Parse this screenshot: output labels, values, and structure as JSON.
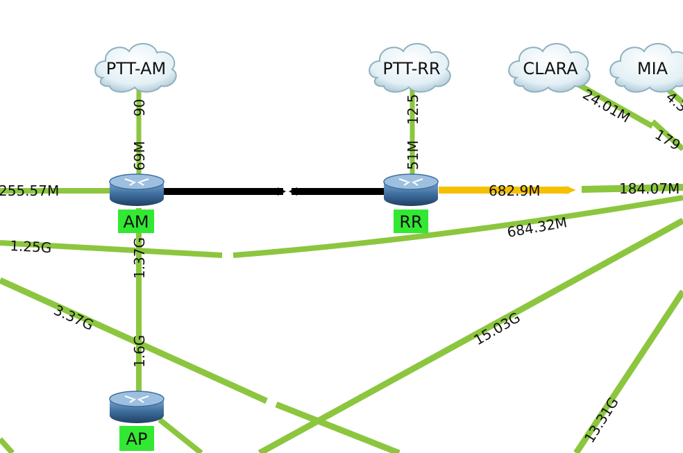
{
  "colors": {
    "link_green": "#8cc63f",
    "link_amber": "#f5c000",
    "link_black": "#000000",
    "node_tag": "#33e833"
  },
  "clouds": {
    "ptt_am": "PTT-AM",
    "ptt_rr": "PTT-RR",
    "clara": "CLARA",
    "mia": "MIA"
  },
  "routers": {
    "am": "AM",
    "rr": "RR",
    "ap": "AP"
  },
  "links": {
    "ptt_am_am_top": "90",
    "ptt_am_am_bottom": "69M",
    "ptt_rr_rr_top": "12.5",
    "ptt_rr_rr_bottom": "51M",
    "clara_out": "24.01M",
    "mia_out_a": "179",
    "mia_out_b": "4.3",
    "left_am": "255.57M",
    "rr_east_a": "682.9M",
    "rr_east_b": "184.07M",
    "long_east_a": "1.25G",
    "long_east_b": "684.32M",
    "am_ap_top": "1.37G",
    "am_ap_bottom": "1.6G",
    "diag_left": "3.37G",
    "diag_right": "15.03G",
    "diag_far_right": "13.31G"
  }
}
